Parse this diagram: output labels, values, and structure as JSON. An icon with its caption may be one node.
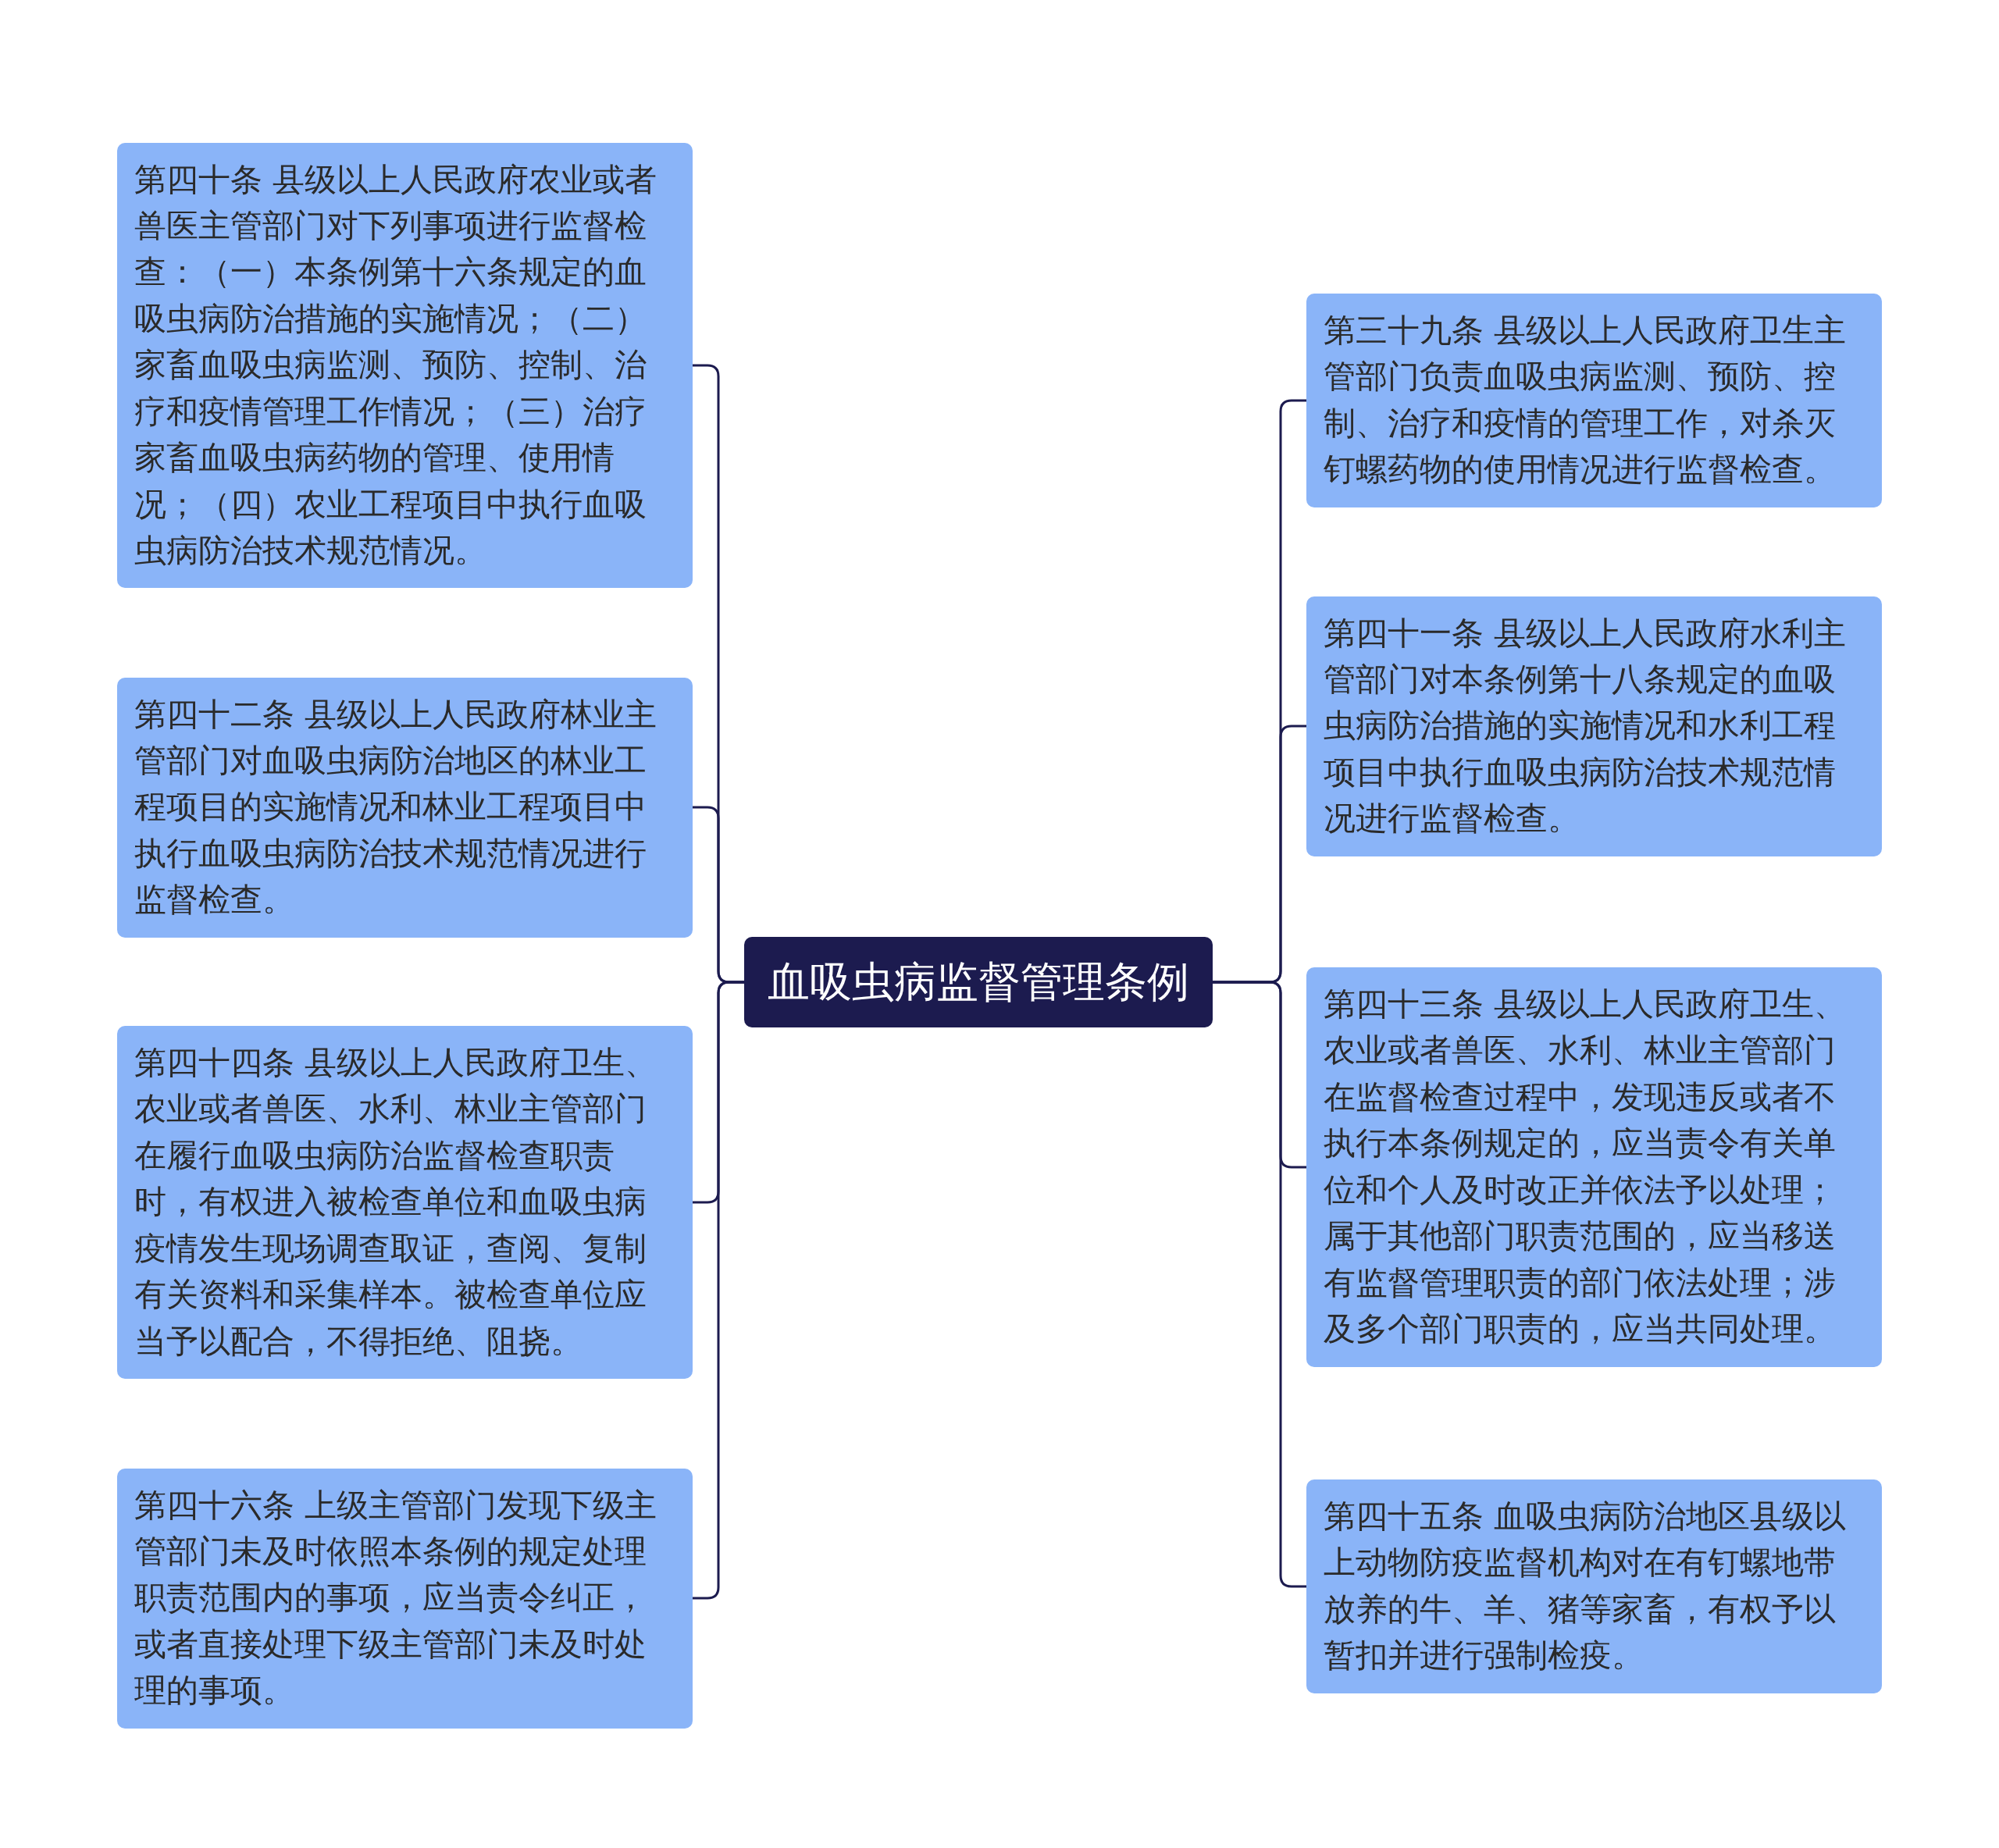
{
  "diagram": {
    "nodes": [
      {
        "text": [
          "血吸虫病监督管理条例"
        ]
      },
      {
        "text": [
          "第四十条 县级以上人民政府农业或者兽医主管部门对下列事项进行监督检查：（一）本条例第十六条规定的血吸虫病防治措施的实施情况；（二）家畜血吸虫病监测、预防、控制、治疗和疫情管理工作情况；（三）治疗家畜血吸虫病药物的管理、使用情况；（四）农业工程项目中执行血吸虫病防治技术规范情况。"
        ]
      },
      {
        "text": [
          "第四十二条 县级以上人民政府林业主管部门对血吸虫病防治地区的林业工程项目的实施情况和林业工程项目中执行血吸虫病防治技术规范情况进行监督检查。"
        ]
      },
      {
        "text": [
          "第四十四条 县级以上人民政府卫生、农业或者兽医、水利、林业主管部门在履行血吸虫病防治监督检查职责时，有权进入被检查单位和血吸虫病疫情发生现场调查取证，查阅、复制有关资料和采集样本。被检查单位应当予以配合，不得拒绝、阻挠。"
        ]
      },
      {
        "text": [
          "第四十六条 上级主管部门发现下级主管部门未及时依照本条例的规定处理职责范围内的事项，应当责令纠正，或者直接处理下级主管部门未及时处理的事项。"
        ]
      },
      {
        "text": [
          "第三十九条 县级以上人民政府卫生主管部门负责血吸虫病监测、预防、控制、治疗和疫情的管理工作，对杀灭钉螺药物的使用情况进行监督检查。"
        ]
      },
      {
        "text": [
          "第四十一条 县级以上人民政府水利主管部门对本条例第十八条规定的血吸虫病防治措施的实施情况和水利工程项目中执行血吸虫病防治技术规范情况进行监督检查。"
        ]
      },
      {
        "text": [
          "第四十三条 县级以上人民政府卫生、农业或者兽医、水利、林业主管部门在监督检查过程中，发现违反或者不执行本条例规定的，应当责令有关单位和个人及时改正并依法予以处理；属于其他部门职责范围的，应当移送有监督管理职责的部门依法处理；涉及多个部门职责的，应当共同处理。"
        ]
      },
      {
        "text": [
          "第四十五条 血吸虫病防治地区县级以上动物防疫监督机构对在有钉螺地带放养的牛、羊、猪等家畜，有权予以暂扣并进行强制检疫。"
        ]
      }
    ],
    "edges": [
      {
        "from": 0,
        "to": 1,
        "arrow": "none"
      },
      {
        "from": 0,
        "to": 2,
        "arrow": "none"
      },
      {
        "from": 0,
        "to": 3,
        "arrow": "none"
      },
      {
        "from": 0,
        "to": 4,
        "arrow": "none"
      },
      {
        "from": 0,
        "to": 5,
        "arrow": "none"
      },
      {
        "from": 0,
        "to": 6,
        "arrow": "none"
      },
      {
        "from": 0,
        "to": 7,
        "arrow": "none"
      },
      {
        "from": 0,
        "to": 8,
        "arrow": "none"
      }
    ]
  }
}
